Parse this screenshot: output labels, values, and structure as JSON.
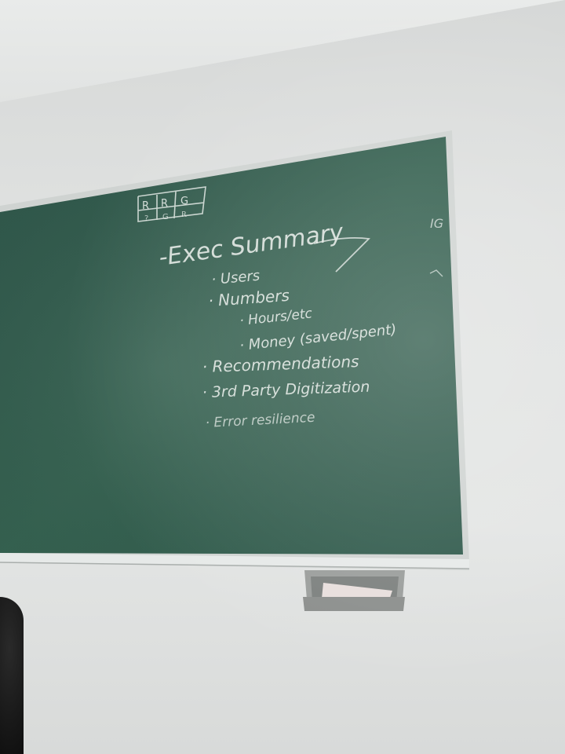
{
  "board": {
    "grid": {
      "row1": [
        "R",
        "R",
        "G"
      ],
      "row2": [
        "?",
        "G",
        "R"
      ]
    },
    "title": "-Exec Summary",
    "items": [
      "· Users",
      "· Numbers",
      "· Hours/etc",
      "· Money (saved/spent)",
      "· Recommendations",
      "· 3rd Party Digitization",
      "· Error resilience"
    ],
    "margin_mark": "IG"
  },
  "colors": {
    "chalkboard": "#315a4e",
    "frame": "#cfd3d1",
    "wall": "#dfe1e0",
    "chalk": "#e8ede9"
  }
}
